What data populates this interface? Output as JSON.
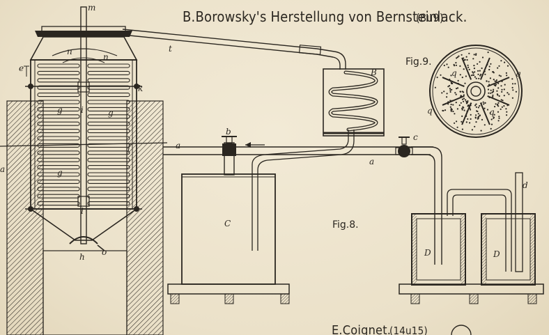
{
  "header": {
    "title": "B.Borowsky's Herstellung von Bernsteinlack.",
    "figs": "(8u9)"
  },
  "figures": {
    "fig8": "Fig.8.",
    "fig9": "Fig.9."
  },
  "footer": {
    "title": "E.Coignet.",
    "figs": "(14u15)"
  },
  "labels": {
    "m": "m",
    "n": "n",
    "n2": "n",
    "k": "k",
    "g1": "g",
    "g2": "g",
    "g3": "g",
    "i1": "i",
    "i2": "i",
    "f": "f",
    "h": "h",
    "o": "o",
    "e": "e",
    "t": "t",
    "B": "B",
    "a1": "a",
    "a2": "a",
    "b": "b",
    "c": "c",
    "C": "C",
    "d": "d",
    "D1": "D",
    "D2": "D",
    "q1": "q",
    "q2": "q",
    "q3": "q",
    "q4": "q",
    "edge": "a"
  },
  "colors": {
    "ink": "#2a2620",
    "paper": "#ece3cd"
  }
}
